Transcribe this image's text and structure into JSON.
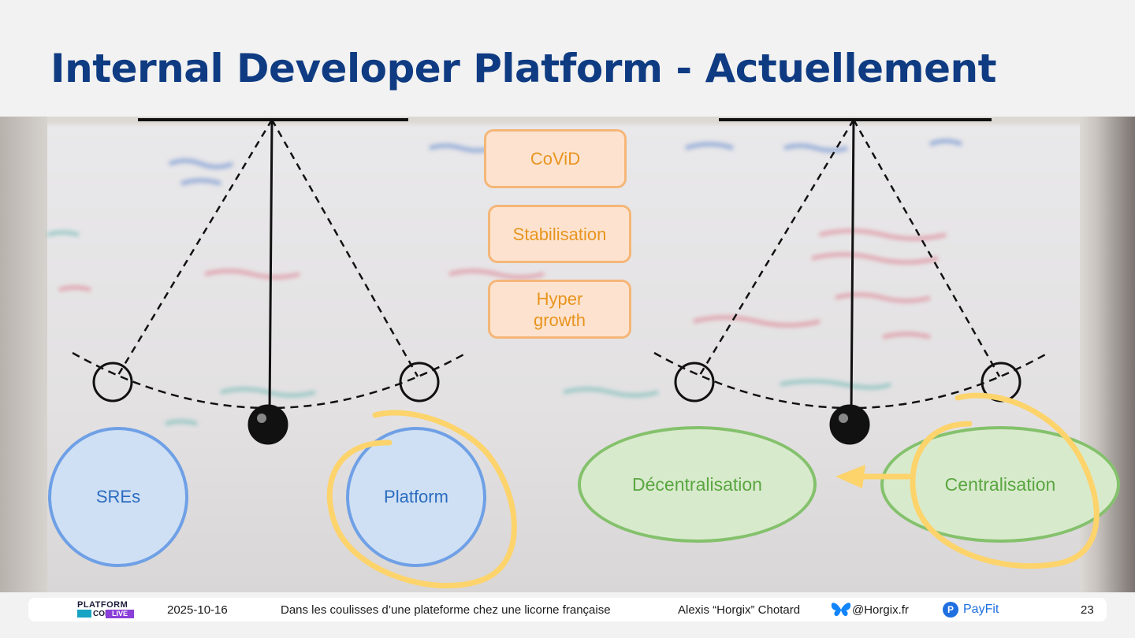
{
  "slide": {
    "title": "Internal Developer Platform  - Actuellement",
    "pendulum_left": {
      "left_bubble": "SREs",
      "right_bubble": "Platform"
    },
    "pendulum_right": {
      "left_bubble": "Décentralisation",
      "right_bubble": "Centralisation"
    },
    "phases": [
      "CoViD",
      "Stabilisation",
      "Hyper growth"
    ],
    "colors": {
      "title": "#0f3b82",
      "phase_fill": "#fde3cf",
      "phase_text": "#e8941f",
      "blue_fill": "#cfe0f4",
      "blue_text": "#2b6cc0",
      "green_fill": "#d8eacc",
      "green_text": "#5aa641",
      "highlight": "#fdd36b"
    }
  },
  "footer": {
    "event_logo_line1": "PLATFORM",
    "event_logo_line2": "CON",
    "event_logo_badge": "LIVE",
    "date": "2025-10-16",
    "talk_title": "Dans les coulisses d’une plateforme chez une licorne française",
    "speaker": "Alexis “Horgix” Chotard",
    "social_icon": "butterfly-icon",
    "handle": "@Horgix.fr",
    "company_badge": "P",
    "company": "PayFit",
    "page_number": "23"
  }
}
